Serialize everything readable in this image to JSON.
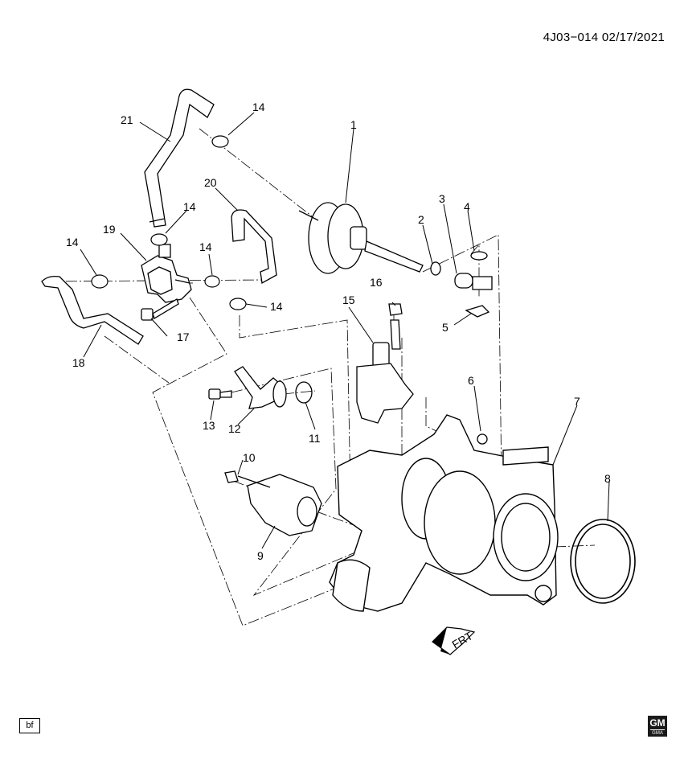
{
  "header": {
    "drawing_id": "4J03−014 02/17/2021"
  },
  "footer": {
    "artist_tag": "bf",
    "logo": "GM",
    "logo_sub": "GMA"
  },
  "front_arrow": {
    "label": "FRT"
  },
  "callouts": [
    "1",
    "2",
    "3",
    "4",
    "5",
    "6",
    "7",
    "8",
    "9",
    "10",
    "11",
    "12",
    "13",
    "14",
    "14",
    "14",
    "14",
    "14",
    "15",
    "16",
    "17",
    "18",
    "19",
    "20",
    "21"
  ]
}
